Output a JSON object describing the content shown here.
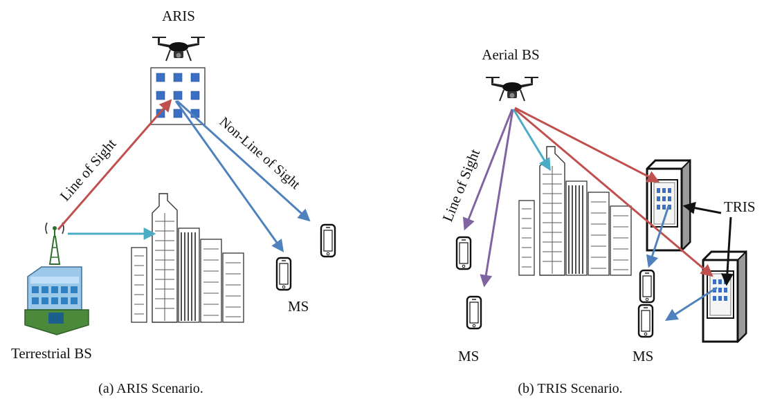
{
  "panels": {
    "aris": {
      "caption": "(a) ARIS Scenario.",
      "labels": {
        "aris": "ARIS",
        "los": "Line of Sight",
        "nlos": "Non-Line of Sight",
        "terrestrial_bs": "Terrestrial  BS",
        "ms": "MS"
      }
    },
    "tris": {
      "caption": "(b) TRIS Scenario.",
      "labels": {
        "aerial_bs": "Aerial BS",
        "los": "Line of Sight",
        "tris": "TRIS",
        "ms_left": "MS",
        "ms_right": "MS"
      }
    }
  },
  "colors": {
    "red_link": "#c0504d",
    "blue_link": "#4f81bd",
    "cyan_link": "#4bacc6",
    "purple_link": "#8064a2",
    "ris_element": "#3a6fc4",
    "tris_pointer": "#111111"
  },
  "icons": [
    "drone-icon",
    "ris-panel-icon",
    "cell-tower-icon",
    "office-building-icon",
    "city-buildings-icon",
    "smartphone-icon",
    "tris-cabinet-icon"
  ]
}
